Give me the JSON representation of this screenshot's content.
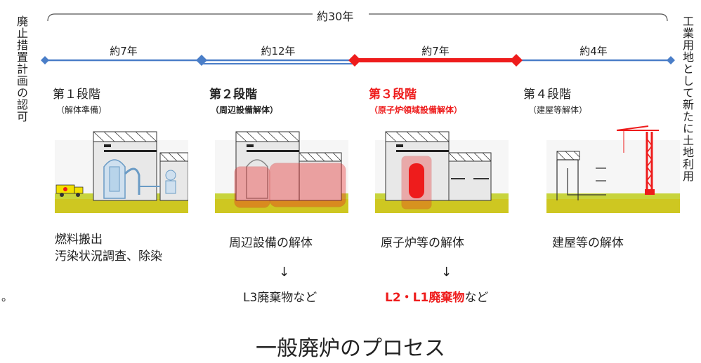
{
  "timeline": {
    "total_label": "約30年",
    "left_vertical": "廃止措置計画の認可",
    "right_vertical": "工業用地として新たに土地利用",
    "segments": [
      "約7年",
      "約12年",
      "約7年",
      "約4年"
    ]
  },
  "stages": [
    {
      "title": "第１段階",
      "sub": "（解体準備）",
      "desc": [
        "燃料搬出",
        "汚染状況調査、除染"
      ],
      "waste": {
        "red": "",
        "black": ""
      }
    },
    {
      "title": "第２段階",
      "sub": "（周辺設備解体）",
      "desc": [
        "周辺設備の解体"
      ],
      "waste": {
        "red": "",
        "black": "L3廃棄物など"
      }
    },
    {
      "title": "第３段階",
      "sub": "（原子炉領域設備解体）",
      "desc": [
        "原子炉等の解体"
      ],
      "waste": {
        "red": "L2・L1廃棄物",
        "black": "など"
      }
    },
    {
      "title": "第４段階",
      "sub": "（建屋等解体）",
      "desc": [
        "建屋等の解体"
      ],
      "waste": {
        "red": "",
        "black": ""
      }
    }
  ],
  "arrow_glyph": "↓",
  "stray_mark": "。",
  "caption": "一般廃炉のプロセス",
  "colors": {
    "timeline_blue": "#4a7ec8",
    "timeline_red": "#ee1c1c",
    "ground_yellow": "#c8d43c",
    "building_gray": "#e8e8e8"
  }
}
